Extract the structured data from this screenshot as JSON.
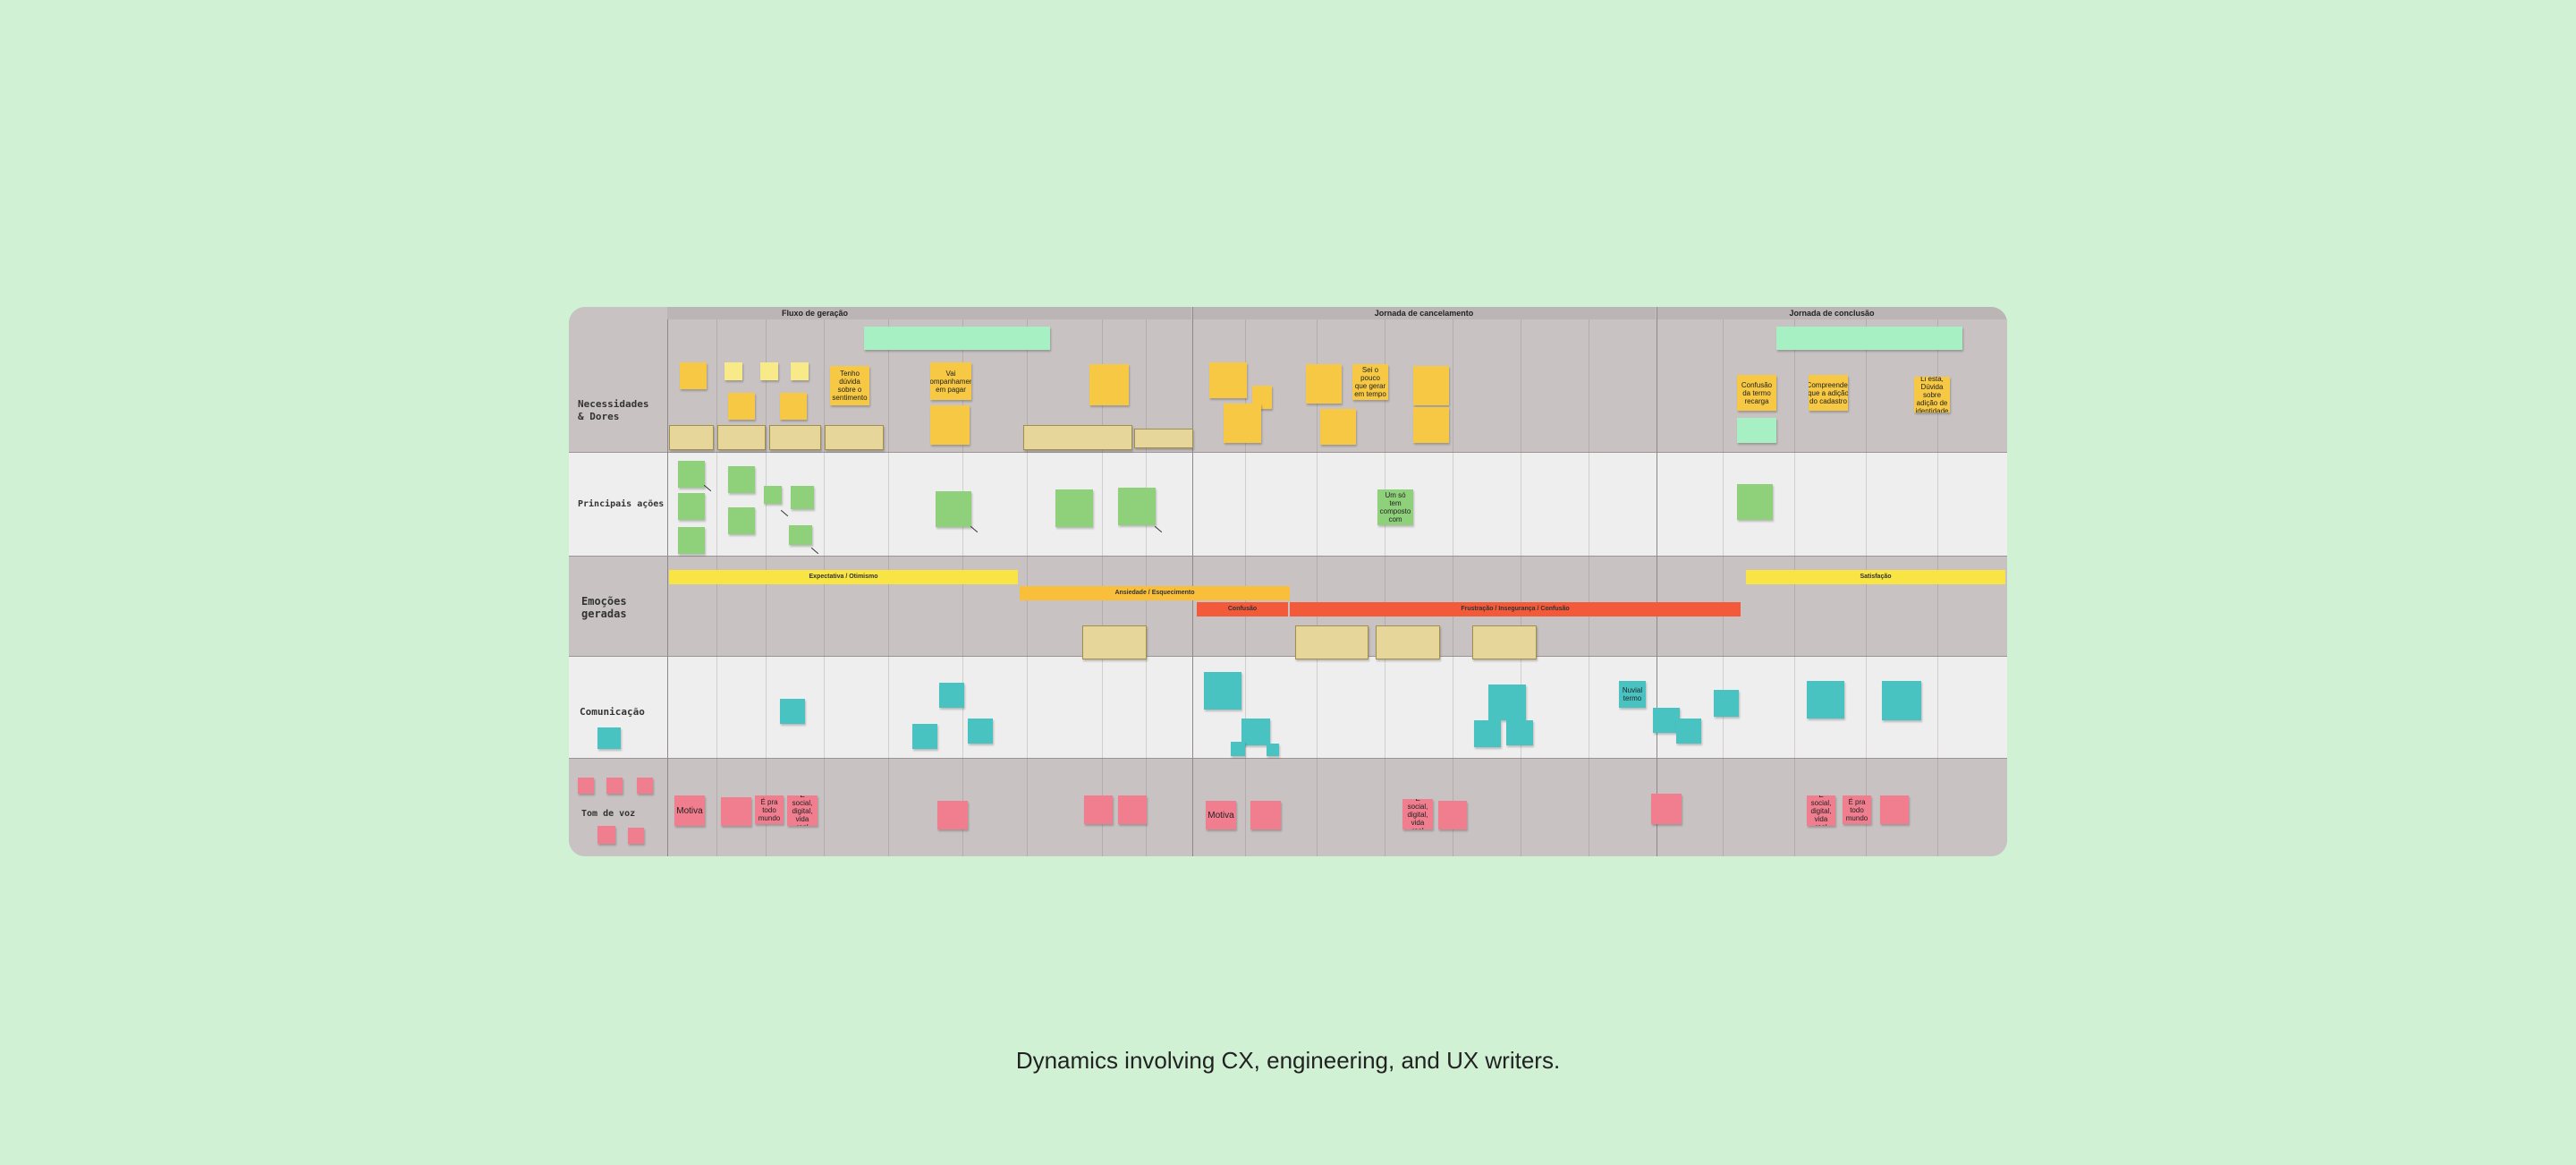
{
  "board": {
    "phases": [
      {
        "label": "Fluxo de geração"
      },
      {
        "label": "Jornada de cancelamento"
      },
      {
        "label": "Jornada de conclusão"
      }
    ],
    "rows": {
      "needs": "Necessidades & Dores",
      "actions": "Principais ações",
      "emotions": "Emoções geradas",
      "communication": "Comunicação",
      "tone": "Tom de voz"
    },
    "emotions": [
      {
        "label": "Expectativa / Otimismo",
        "color": "#f8e443"
      },
      {
        "label": "Ansiedade / Esquecimento",
        "color": "#f9bf3a"
      },
      {
        "label": "Confusão",
        "color": "#f25a3a"
      },
      {
        "label": "Frustração / Insegurança / Confusão",
        "color": "#f25a3a"
      },
      {
        "label": "Satisfação",
        "color": "#f8e443"
      }
    ],
    "stickies": {
      "need_1": "Tenho dúvida sobre o sentimento",
      "need_2": "Vai acompanhamento em pagar",
      "need_3": "Sei o pouco que gerar em tempo",
      "need_4": "Confusão da termo recarga",
      "need_5": "Compreender que a adição do cadastro",
      "need_6": "Li esta, Dúvida sobre adição de identidade",
      "action_1": "Um só tem composto com",
      "tone_1": "Motiva",
      "tone_2": "É pra todo mundo",
      "tone_3": "É social, digital, vida real",
      "tone_4": "Motiva",
      "tone_5": "É social, digital, vida real",
      "tone_6": "É social, digital, vida real",
      "tone_7": "É pra todo mundo",
      "comm_1": "Nuvial termo"
    }
  },
  "caption": "Dynamics involving CX, engineering, and UX writers."
}
